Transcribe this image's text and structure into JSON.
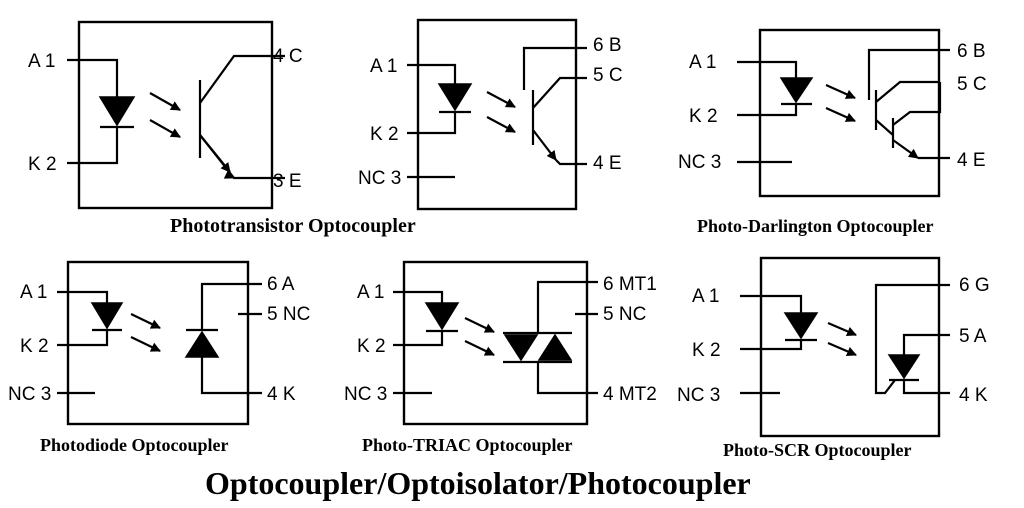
{
  "main_title": "Optocoupler/Optoisolator/Photocoupler",
  "diagrams": [
    {
      "caption": "Phototransistor Optocoupler",
      "pins": {
        "p1": "A 1",
        "p2": "K 2",
        "p3": "3 E",
        "p4": "4 C"
      }
    },
    {
      "caption": "",
      "pins": {
        "p1": "A 1",
        "p2": "K 2",
        "p3": "NC 3",
        "p4": "4 E",
        "p5": "5 C",
        "p6": "6 B"
      }
    },
    {
      "caption": "Photo-Darlington Optocoupler",
      "pins": {
        "p1": "A 1",
        "p2": "K 2",
        "p3": "NC 3",
        "p4": "4 E",
        "p5": "5 C",
        "p6": "6 B"
      }
    },
    {
      "caption": "Photodiode Optocoupler",
      "pins": {
        "p1": "A 1",
        "p2": "K 2",
        "p3": "NC 3",
        "p4": "4 K",
        "p5": "5 NC",
        "p6": "6 A"
      }
    },
    {
      "caption": "Photo-TRIAC Optocoupler",
      "pins": {
        "p1": "A 1",
        "p2": "K 2",
        "p3": "NC 3",
        "p4": "4 MT2",
        "p5": "5 NC",
        "p6": "6 MT1"
      }
    },
    {
      "caption": "Photo-SCR Optocoupler",
      "pins": {
        "p1": "A 1",
        "p2": "K 2",
        "p3": "NC 3",
        "p4": "4 K",
        "p5": "5 A",
        "p6": "6 G"
      }
    }
  ]
}
